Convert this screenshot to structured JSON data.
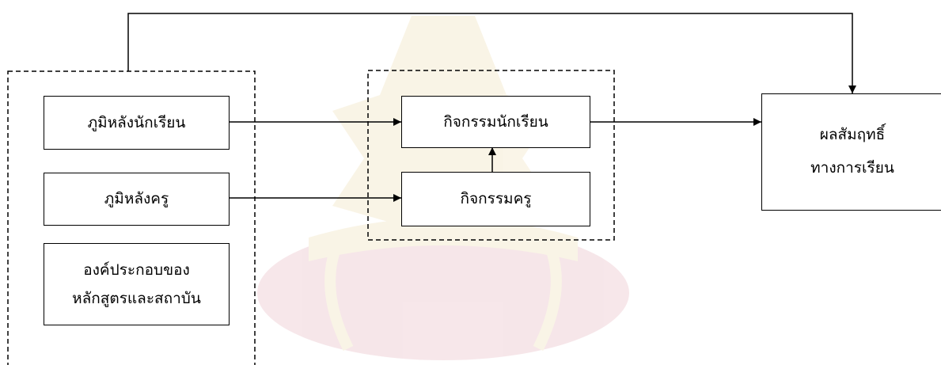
{
  "diagram": {
    "nodes": {
      "student_background": {
        "label": "ภูมิหลังนักเรียน"
      },
      "teacher_background": {
        "label": "ภูมิหลังครู"
      },
      "curriculum_components": {
        "label_line1": "องค์ประกอบของ",
        "label_line2": "หลักสูตรและสถาบัน"
      },
      "student_activities": {
        "label": "กิจกรรมนักเรียน"
      },
      "teacher_activities": {
        "label": "กิจกรรมครู"
      },
      "achievement": {
        "label_line1": "ผลสัมฤทธิ์",
        "label_line2": "ทางการเรียน"
      }
    },
    "edges": [
      {
        "from": "student_background",
        "to": "student_activities"
      },
      {
        "from": "teacher_background",
        "to": "teacher_activities"
      },
      {
        "from": "teacher_activities",
        "to": "student_activities"
      },
      {
        "from": "student_activities",
        "to": "achievement"
      },
      {
        "from": "input_group",
        "to": "achievement"
      }
    ],
    "groups": [
      {
        "id": "input_group",
        "members": [
          "student_background",
          "teacher_background",
          "curriculum_components"
        ],
        "style": "dashed"
      },
      {
        "id": "process_group",
        "members": [
          "student_activities",
          "teacher_activities"
        ],
        "style": "dashed"
      }
    ],
    "colors": {
      "line": "#000000",
      "watermark": "#d9b04a",
      "watermark_base": "#c0485a"
    }
  }
}
